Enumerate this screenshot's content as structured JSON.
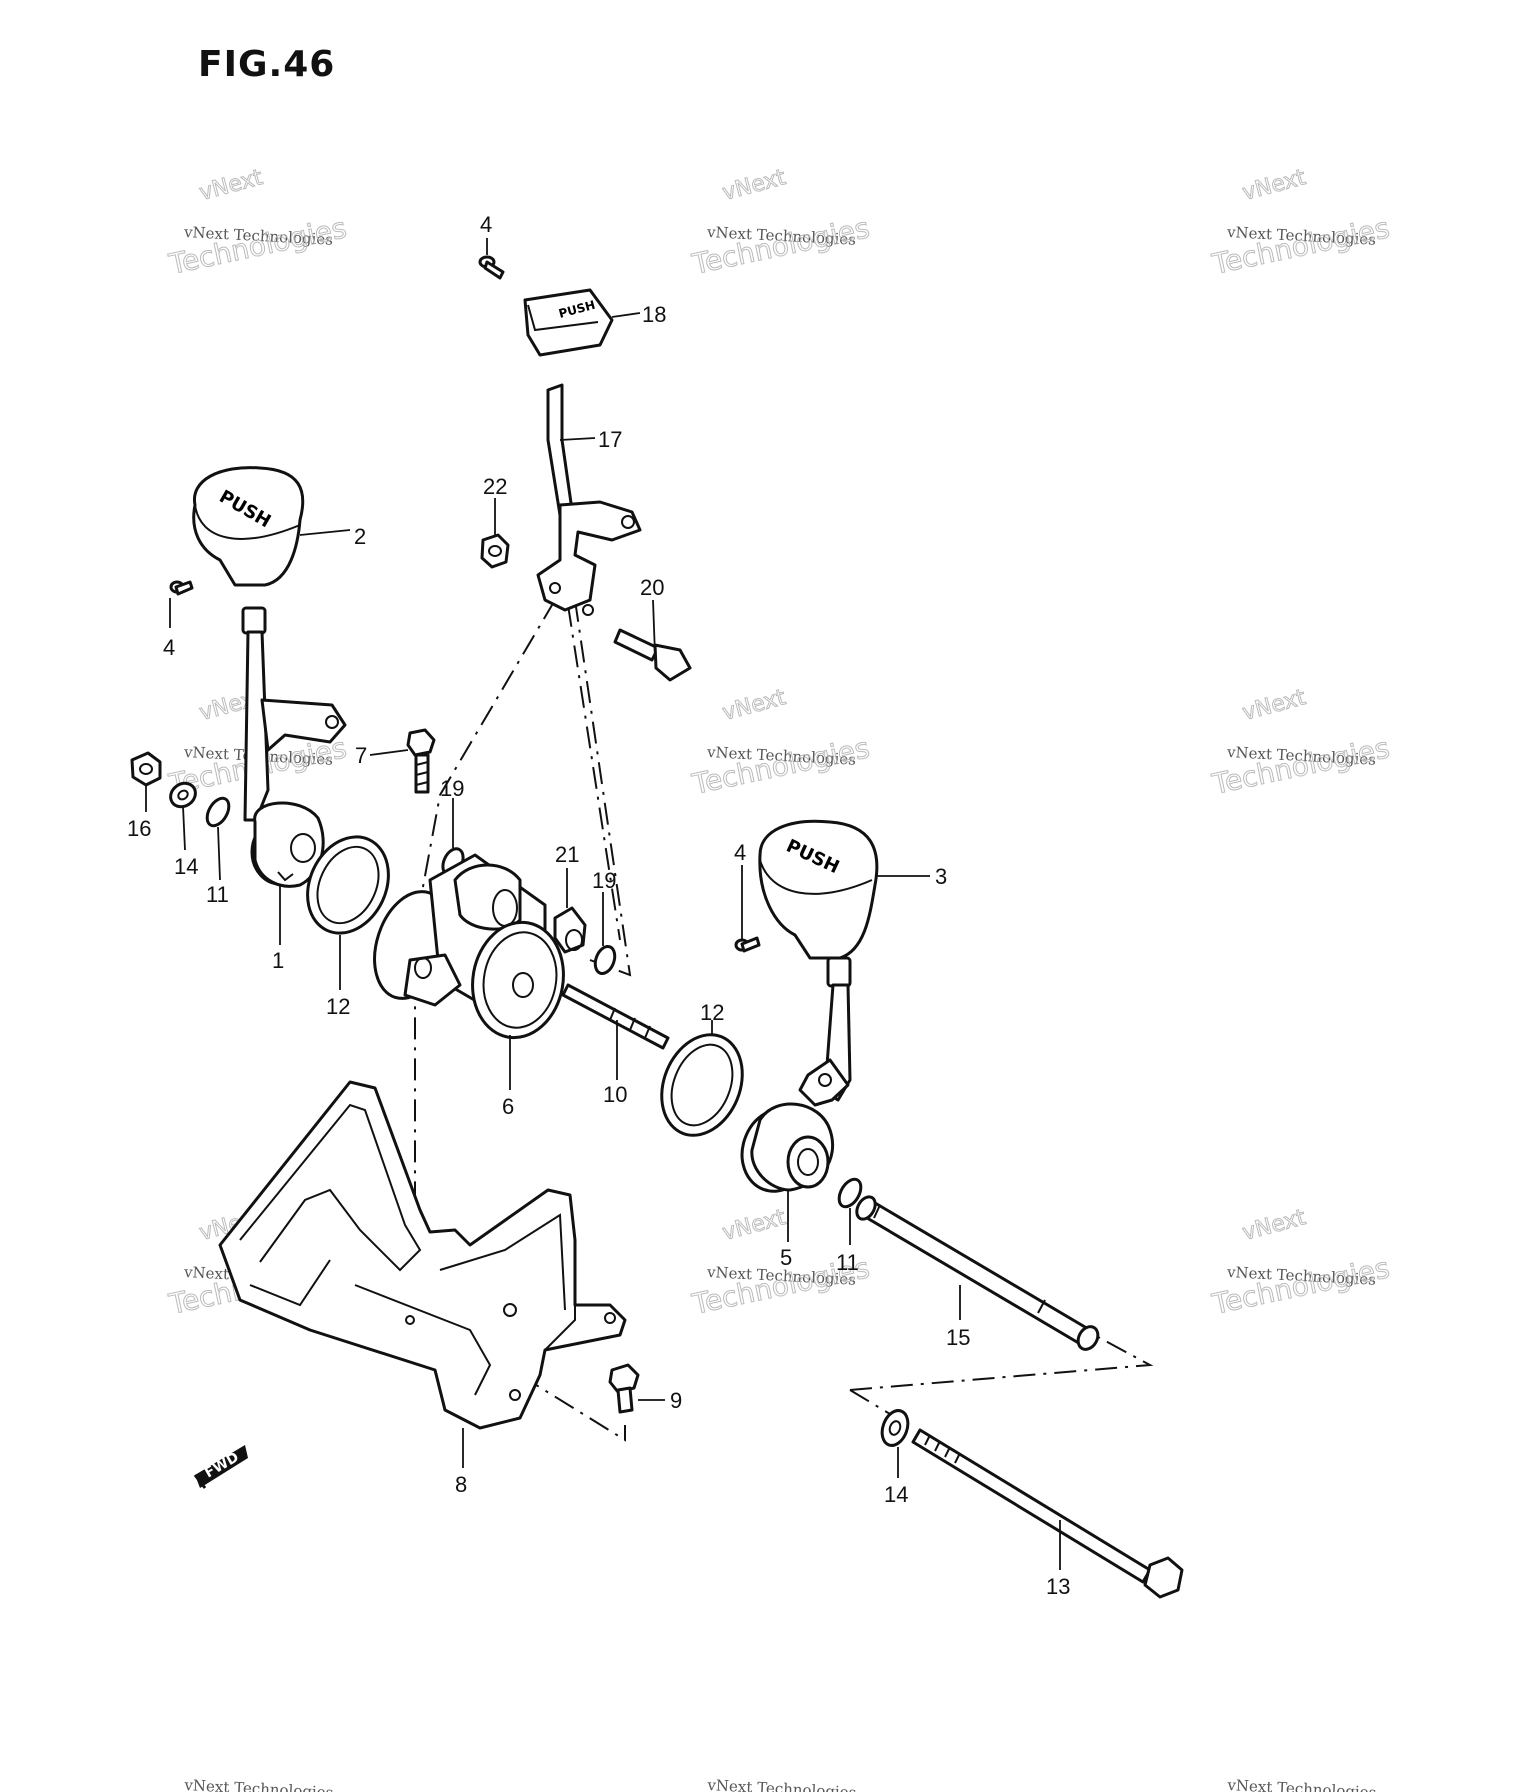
{
  "figure": {
    "title": "FIG.46"
  },
  "watermark": {
    "line1": "vNext Technologies",
    "line2": "vNext",
    "line3": "Technologies"
  },
  "forward_marker": "FWD",
  "knob_text": "PUSH",
  "callouts": [
    {
      "id": "c4a",
      "text": "4"
    },
    {
      "id": "c18",
      "text": "18"
    },
    {
      "id": "c17",
      "text": "17"
    },
    {
      "id": "c22",
      "text": "22"
    },
    {
      "id": "c2",
      "text": "2"
    },
    {
      "id": "c4b",
      "text": "4"
    },
    {
      "id": "c20",
      "text": "20"
    },
    {
      "id": "c7",
      "text": "7"
    },
    {
      "id": "c16",
      "text": "16"
    },
    {
      "id": "c14a",
      "text": "14"
    },
    {
      "id": "c11a",
      "text": "11"
    },
    {
      "id": "c19a",
      "text": "19"
    },
    {
      "id": "c1",
      "text": "1"
    },
    {
      "id": "c12a",
      "text": "12"
    },
    {
      "id": "c21",
      "text": "21"
    },
    {
      "id": "c19b",
      "text": "19"
    },
    {
      "id": "c4c",
      "text": "4"
    },
    {
      "id": "c3",
      "text": "3"
    },
    {
      "id": "c6",
      "text": "6"
    },
    {
      "id": "c10",
      "text": "10"
    },
    {
      "id": "c12b",
      "text": "12"
    },
    {
      "id": "c5",
      "text": "5"
    },
    {
      "id": "c11b",
      "text": "11"
    },
    {
      "id": "c15",
      "text": "15"
    },
    {
      "id": "c9",
      "text": "9"
    },
    {
      "id": "c8",
      "text": "8"
    },
    {
      "id": "c14b",
      "text": "14"
    },
    {
      "id": "c13",
      "text": "13"
    }
  ]
}
